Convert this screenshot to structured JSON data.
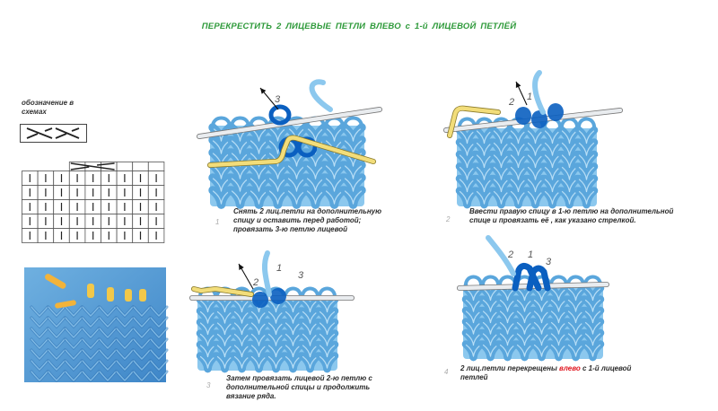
{
  "title": "ПЕРЕКРЕСТИТЬ  2  ЛИЦЕВЫЕ ПЕТЛИ ВЛЕВО  с 1-й  ЛИЦЕВОЙ   ПЕТЛЁЙ",
  "legend": {
    "label_line1": "обозначение в",
    "label_line2": "схемах"
  },
  "steps": [
    {
      "number": "1",
      "caption_lines": [
        "Снять 2 лиц.петли на дополнительную",
        "спицу и оставить перед работой;",
        "провязать 3-ю петлю лицевой"
      ],
      "loop_labels": [
        "3"
      ]
    },
    {
      "number": "2",
      "caption_lines": [
        "Ввести правую спицу  в 1-ю петлю    на дополнительной",
        "спице и провязать её ,   как  указано стрелкой."
      ],
      "loop_labels": [
        "2",
        "1"
      ]
    },
    {
      "number": "3",
      "caption_lines": [
        "Затем провязать  лицевой  2-ю петлю с",
        "дополнительной  спицы  и  продолжить",
        "вязание ряда."
      ],
      "loop_labels": [
        "2",
        "1",
        "3"
      ]
    },
    {
      "number": "4",
      "caption_pre": "2 лиц.петли перекрещены ",
      "caption_red": "влево",
      "caption_post": " с 1-й лицевой",
      "caption_line2": "петлей",
      "loop_labels": [
        "2",
        "1",
        "3"
      ]
    }
  ],
  "colors": {
    "knit_light": "#8cc8ee",
    "knit_mid": "#5aa6dc",
    "knit_dark": "#1e74c8",
    "highlight": "#0a5fc0",
    "needle": "#e9ecef",
    "needle_yellow": "#f2dd7a",
    "title_green": "#2e9a3a",
    "accent_red": "#e0141e"
  }
}
